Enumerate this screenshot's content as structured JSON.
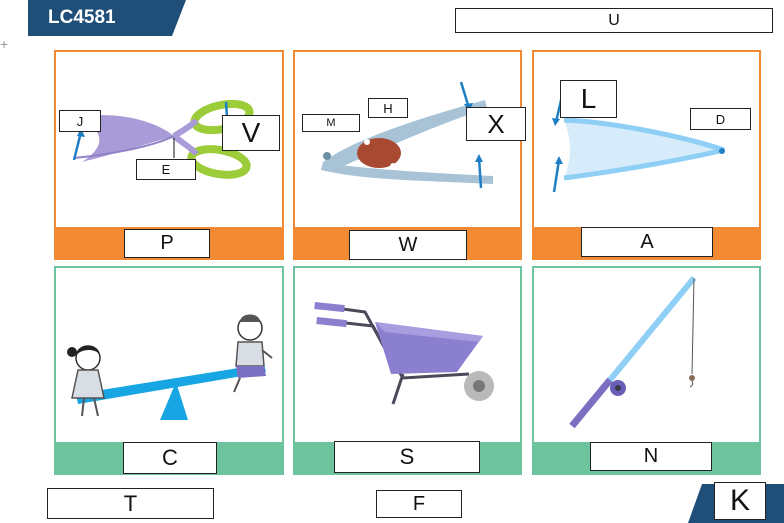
{
  "header": {
    "code": "LC4581",
    "top_label": "U"
  },
  "colors": {
    "navy": "#1f4e79",
    "orange": "#f28a33",
    "green": "#6cc39d"
  },
  "cards": {
    "scissors": {
      "caption": "P",
      "labels": {
        "j": "J",
        "e": "E",
        "v": "V"
      }
    },
    "tongs": {
      "caption": "W",
      "labels": {
        "m": "M",
        "h": "H",
        "x": "X"
      }
    },
    "tweezers": {
      "caption": "A",
      "labels": {
        "l": "L",
        "d": "D"
      }
    },
    "seesaw": {
      "caption": "C"
    },
    "wheelbarrow": {
      "caption": "S"
    },
    "fishing_rod": {
      "caption": "N"
    }
  },
  "footer": {
    "left_label": "T",
    "center_label": "F",
    "corner_label": "K"
  }
}
